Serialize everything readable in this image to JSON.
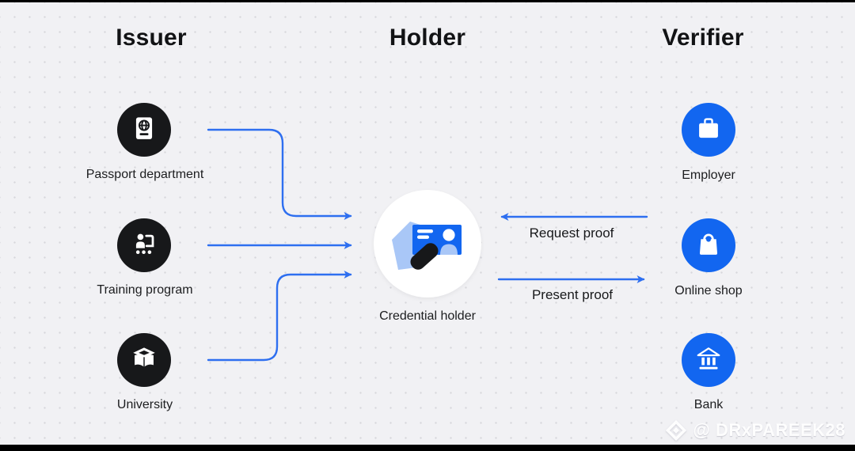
{
  "diagram": {
    "columns": {
      "issuer": {
        "title": "Issuer"
      },
      "holder": {
        "title": "Holder"
      },
      "verifier": {
        "title": "Verifier"
      }
    },
    "issuers": [
      {
        "label": "Passport department",
        "icon": "passport-icon"
      },
      {
        "label": "Training program",
        "icon": "training-program-icon"
      },
      {
        "label": "University",
        "icon": "graduation-cap-icon"
      }
    ],
    "holder_node": {
      "label": "Credential holder",
      "icon": "id-card-icon"
    },
    "verifiers": [
      {
        "label": "Employer",
        "icon": "briefcase-icon"
      },
      {
        "label": "Online shop",
        "icon": "shopping-bag-icon"
      },
      {
        "label": "Bank",
        "icon": "bank-icon"
      }
    ],
    "flows": {
      "request_proof": "Request proof",
      "present_proof": "Present proof"
    }
  },
  "watermark": {
    "handle": "@ DRxPAREEK28"
  },
  "colors": {
    "background": "#f1f1f4",
    "dot_grid": "#d7d7dc",
    "issuer_circle": "#17181a",
    "verifier_circle": "#1266f0",
    "arrow_blue": "#2e6ff0",
    "card_blue": "#1266f0",
    "card_light_blue": "#a9c7f7",
    "holder_circle": "#ffffff",
    "text": "#1c1d1f"
  }
}
